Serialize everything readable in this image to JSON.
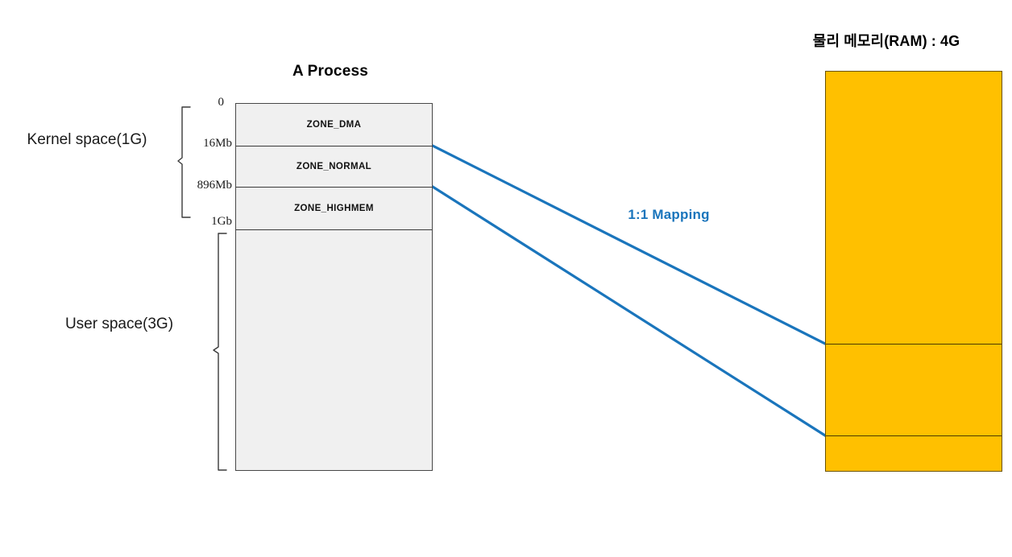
{
  "diagram": {
    "type": "linux-memory-zone-mapping",
    "background": "#ffffff",
    "colors": {
      "process_fill": "#f0f0f0",
      "process_border": "#474747",
      "ram_fill": "#FFC000",
      "ram_border": "#6b5300",
      "mapping_line": "#1a75bc",
      "text": "#000000"
    }
  },
  "process": {
    "title": "A Process",
    "zones": [
      {
        "label": "ZONE_DMA"
      },
      {
        "label": "ZONE_NORMAL"
      },
      {
        "label": "ZONE_HIGHMEM"
      },
      {
        "label": ""
      }
    ],
    "address_marks": [
      {
        "value": "0"
      },
      {
        "value": "16Mb"
      },
      {
        "value": "896Mb"
      },
      {
        "value": "1Gb"
      }
    ],
    "space_labels": [
      {
        "label": "Kernel space(1G)"
      },
      {
        "label": "User space(3G)"
      }
    ]
  },
  "mapping": {
    "label": "1:1 Mapping"
  },
  "ram": {
    "title": "물리 메모리(RAM) : 4G"
  }
}
